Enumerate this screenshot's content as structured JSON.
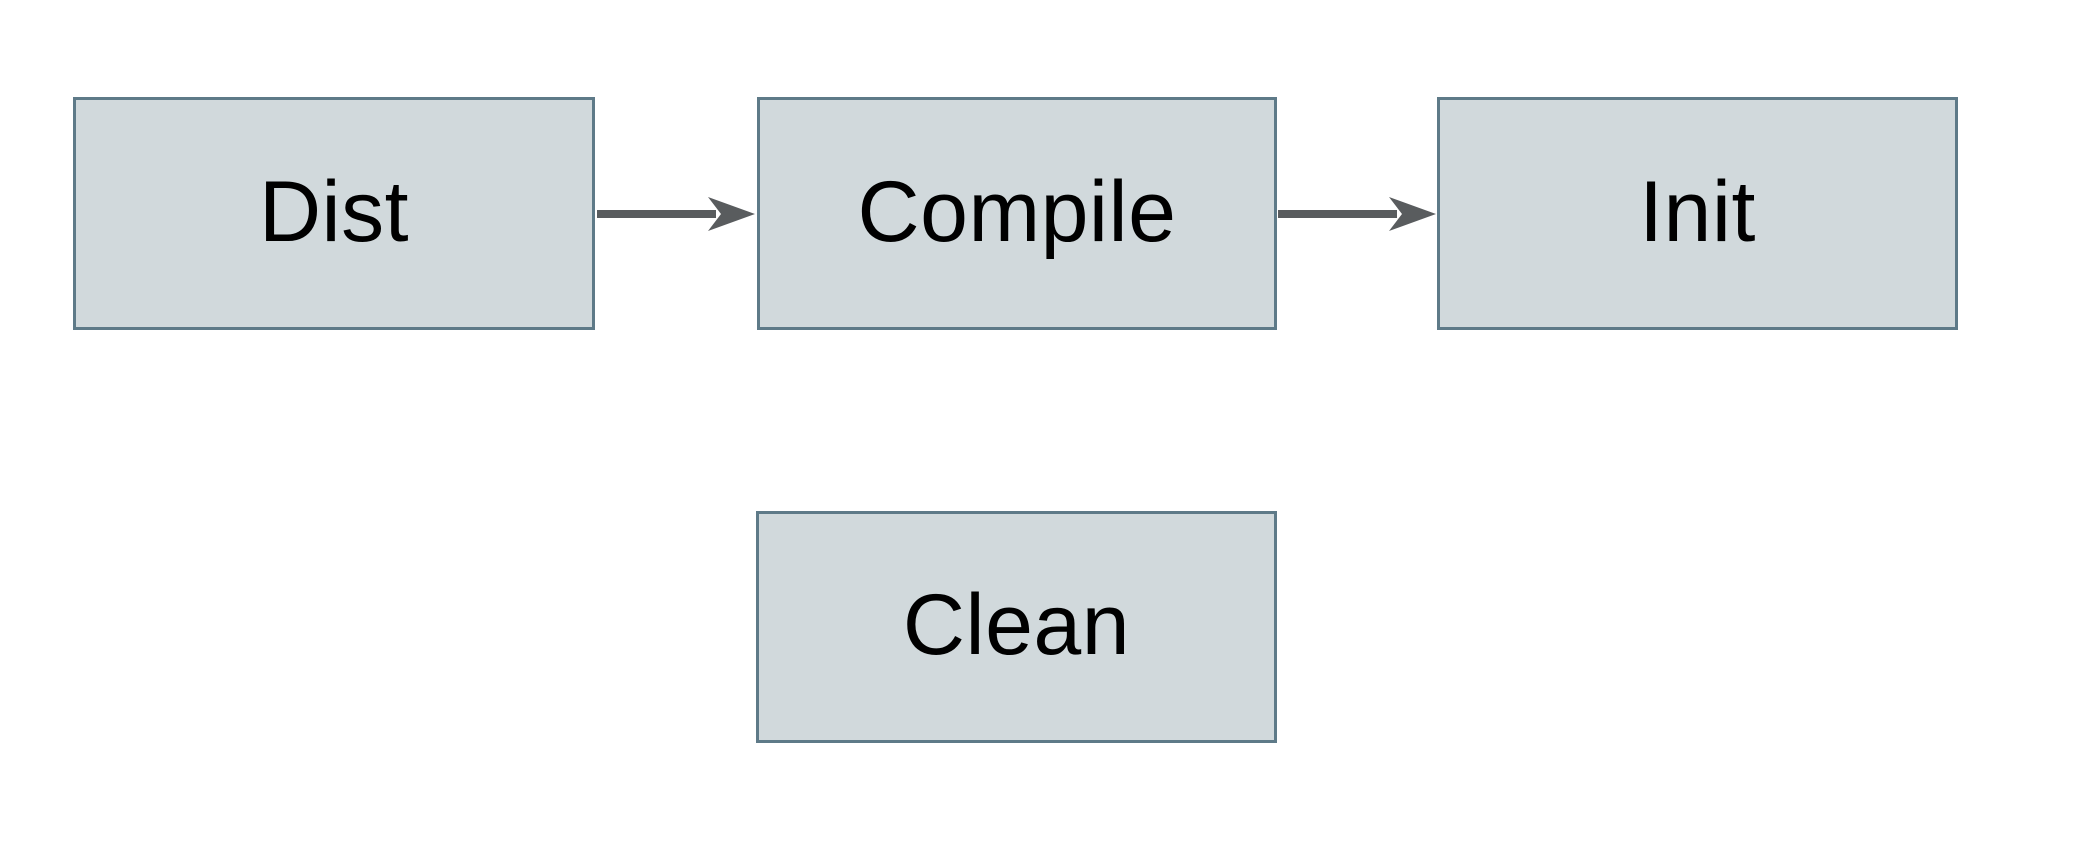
{
  "diagram": {
    "type": "flowchart",
    "colors": {
      "background": "#ffffff",
      "node_fill": "#d1d9dc",
      "node_border": "#5e7a88",
      "arrow": "#595c5e",
      "text": "#000000"
    },
    "nodes": [
      {
        "id": "dist",
        "label": "Dist"
      },
      {
        "id": "compile",
        "label": "Compile"
      },
      {
        "id": "init",
        "label": "Init"
      },
      {
        "id": "clean",
        "label": "Clean"
      }
    ],
    "edges": [
      {
        "from": "dist",
        "to": "compile",
        "direction": "right"
      },
      {
        "from": "compile",
        "to": "init",
        "direction": "right"
      }
    ]
  }
}
